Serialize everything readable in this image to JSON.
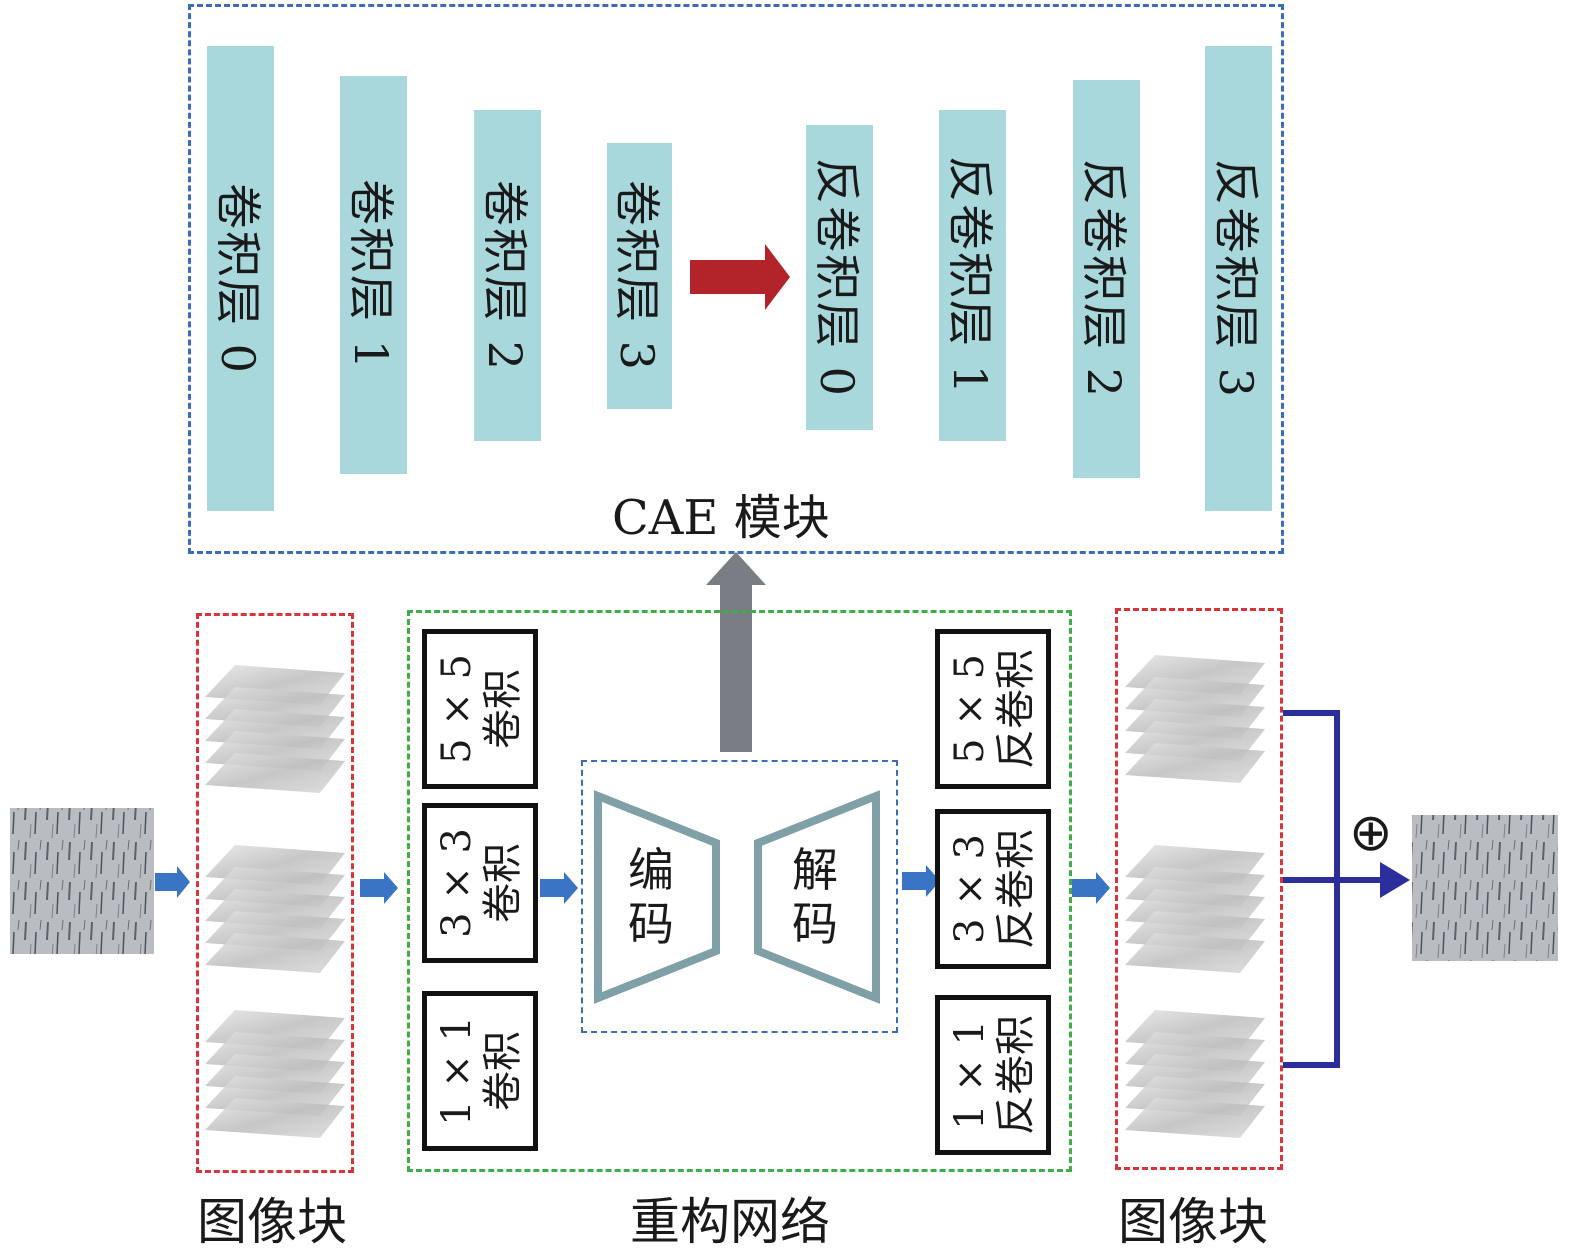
{
  "cae": {
    "caption": "CAE 模块",
    "conv_layers": [
      "卷积层 0",
      "卷积层 1",
      "卷积层 2",
      "卷积层 3"
    ],
    "deconv_layers": [
      "反卷积层 0",
      "反卷积层 1",
      "反卷积层 2",
      "反卷积层 3"
    ]
  },
  "recon": {
    "caption": "重构网络",
    "encoder_convs": [
      {
        "size": "5 × 5",
        "name": "卷积"
      },
      {
        "size": "3 × 3",
        "name": "卷积"
      },
      {
        "size": "1 × 1",
        "name": "卷积"
      }
    ],
    "decoder_convs": [
      {
        "size": "5 × 5",
        "name": "反卷积"
      },
      {
        "size": "3 × 3",
        "name": "反卷积"
      },
      {
        "size": "1 × 1",
        "name": "反卷积"
      }
    ],
    "encode_label": "编码",
    "decode_label": "解码"
  },
  "patches_left_caption": "图像块",
  "patches_right_caption": "图像块",
  "sum_symbol": "⊕",
  "colors": {
    "layer_fill": "#a9d8dc",
    "blue_dash": "#3a6fb8",
    "red_dash": "#d8343a",
    "green_dash": "#3fae49",
    "red_arrow": "#b2232a",
    "gray_arrow": "#7a7e84",
    "blue_arrow": "#3a74c4",
    "navy": "#2c2f9b",
    "trapezoid": "#7fa0a6"
  }
}
